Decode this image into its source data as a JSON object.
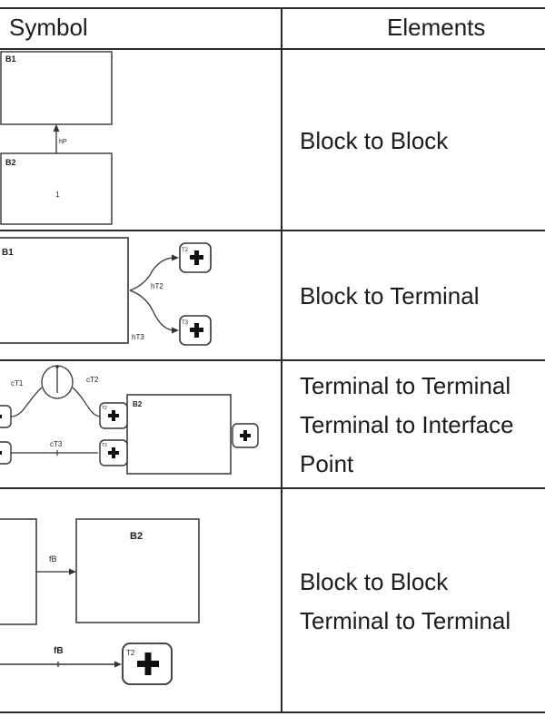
{
  "table": {
    "headers": {
      "symbol": "Symbol",
      "elements": "Elements"
    },
    "rows": [
      {
        "elements": [
          "Block to Block"
        ],
        "diagram": {
          "top_block": "B1",
          "bottom_block": "B2",
          "flow_label": "hP",
          "bottom_block_value": "1"
        }
      },
      {
        "elements": [
          "Block to Terminal"
        ],
        "diagram": {
          "block": "B1",
          "terminal_top": "T2",
          "terminal_bottom": "T3",
          "flow_top": "hT2",
          "flow_bottom": "hT3"
        }
      },
      {
        "elements": [
          "Terminal to Terminal",
          "Terminal to Interface",
          "Point"
        ],
        "diagram": {
          "block": "B2",
          "flow_a": "cT1",
          "flow_b": "cT2",
          "flow_c": "cT3",
          "terminal_upper": "T2",
          "terminal_lower": "T3"
        }
      },
      {
        "elements": [
          "Block to Block",
          "Terminal to Terminal"
        ],
        "diagram": {
          "block": "B2",
          "flow_upper": "fB",
          "flow_lower": "fB",
          "terminal": "T2"
        }
      }
    ]
  }
}
